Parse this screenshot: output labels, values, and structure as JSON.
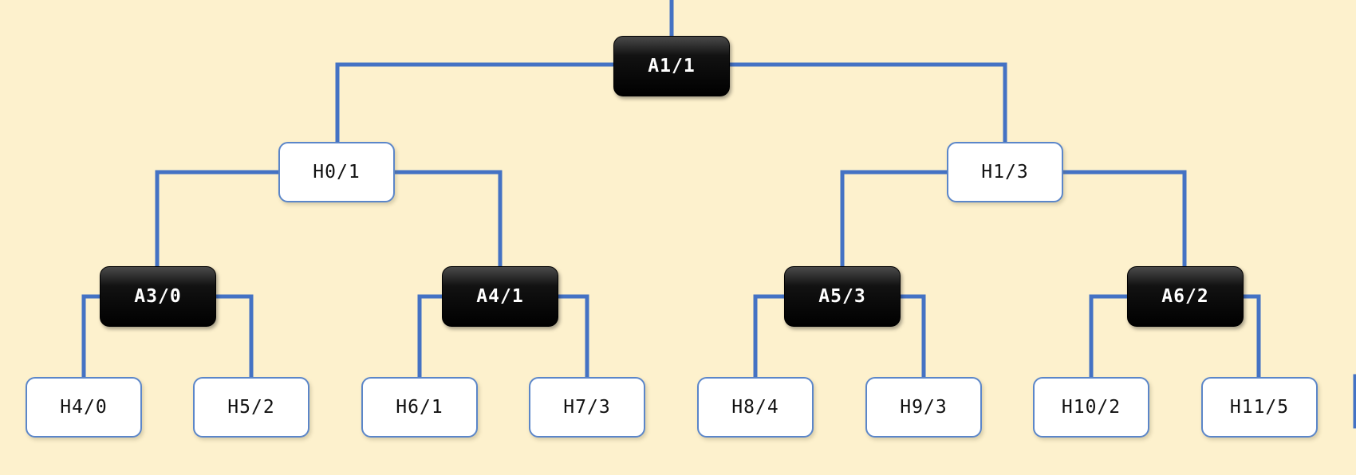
{
  "colors": {
    "background": "#fdf1cd",
    "link": "#4472c4",
    "dark_node": "#000000",
    "light_node_border": "#5b86c9"
  },
  "nodes": {
    "a1": "A1/1",
    "h0": "H0/1",
    "h1": "H1/3",
    "a3": "A3/0",
    "a4": "A4/1",
    "a5": "A5/3",
    "a6": "A6/2",
    "h4": "H4/0",
    "h5": "H5/2",
    "h6": "H6/1",
    "h7": "H7/3",
    "h8": "H8/4",
    "h9": "H9/3",
    "h10": "H10/2",
    "h11": "H11/5"
  }
}
